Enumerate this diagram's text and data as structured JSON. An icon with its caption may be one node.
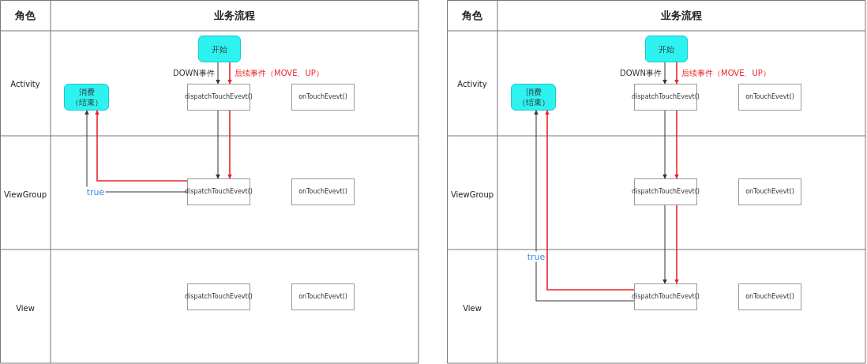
{
  "diagram": {
    "nodes": [
      {
        "text": [
          "开始"
        ]
      },
      {
        "text": [
          "消费（结束）"
        ]
      },
      {
        "text": [
          "dispatchTouchEvevt()"
        ]
      },
      {
        "text": [
          "onTouchEvevt()"
        ]
      },
      {
        "text": [
          "dispatchTouchEvevt()"
        ]
      },
      {
        "text": [
          "onTouchEvevt()"
        ]
      },
      {
        "text": [
          "dispatchTouchEvevt()"
        ]
      },
      {
        "text": [
          "onTouchEvevt()"
        ]
      },
      {
        "text": [
          "开始"
        ]
      },
      {
        "text": [
          "消费（结束）"
        ]
      },
      {
        "text": [
          "dispatchTouchEvevt()"
        ]
      },
      {
        "text": [
          "onTouchEvevt()"
        ]
      },
      {
        "text": [
          "dispatchTouchEvevt()"
        ]
      },
      {
        "text": [
          "onTouchEvevt()"
        ]
      },
      {
        "text": [
          "dispatchTouchEvevt()"
        ]
      },
      {
        "text": [
          "onTouchEvevt()"
        ]
      }
    ],
    "edges": [
      {
        "from": 0,
        "to": 2,
        "arrow": "to",
        "label": "DOWN事件"
      },
      {
        "from": 0,
        "to": 2,
        "arrow": "to",
        "label": "后续事件（MOVE、UP）",
        "color": "#e8262b"
      },
      {
        "from": 2,
        "to": 4,
        "arrow": "to"
      },
      {
        "from": 2,
        "to": 4,
        "arrow": "to",
        "color": "#e8262b"
      },
      {
        "from": 4,
        "to": 1,
        "arrow": "to",
        "color": "#e8262b"
      },
      {
        "from": 4,
        "to": 1,
        "arrow": "to",
        "label": "true"
      },
      {
        "from": 8,
        "to": 10,
        "arrow": "to",
        "label": "DOWN事件"
      },
      {
        "from": 8,
        "to": 10,
        "arrow": "to",
        "label": "后续事件（MOVE、UP）",
        "color": "#e8262b"
      },
      {
        "from": 10,
        "to": 12,
        "arrow": "to"
      },
      {
        "from": 10,
        "to": 12,
        "arrow": "to",
        "color": "#e8262b"
      },
      {
        "from": 12,
        "to": 14,
        "arrow": "to"
      },
      {
        "from": 12,
        "to": 14,
        "arrow": "to",
        "color": "#e8262b"
      },
      {
        "from": 14,
        "to": 9,
        "arrow": "to",
        "color": "#e8262b"
      },
      {
        "from": 14,
        "to": 9,
        "arrow": "to",
        "label": "true"
      }
    ],
    "labels": [
      "角色",
      "业务流程",
      "Activity",
      "ViewGroup",
      "View",
      "角色",
      "业务流程",
      "Activity",
      "ViewGroup",
      "View"
    ]
  }
}
